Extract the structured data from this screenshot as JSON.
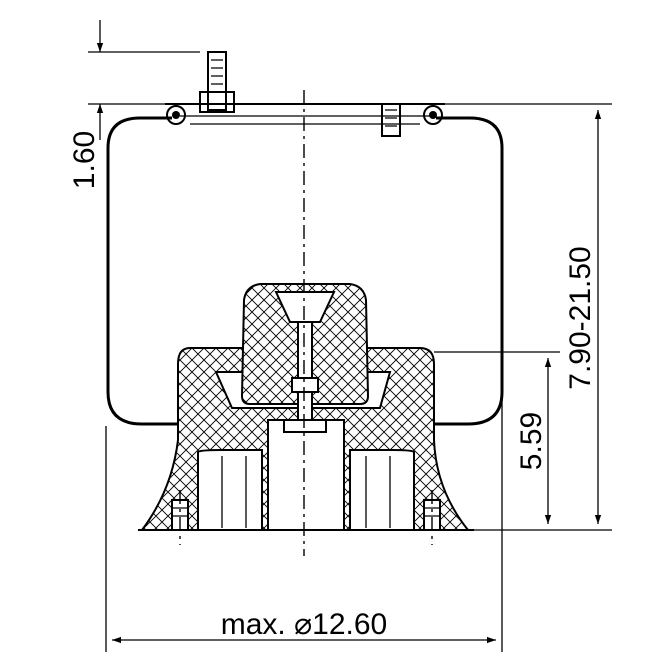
{
  "drawing": {
    "dimensions": {
      "top_plate_thickness": "1.60",
      "height_range": "7.90-21.50",
      "piston_height": "5.59",
      "max_diameter": "max. ⌀12.60"
    }
  }
}
